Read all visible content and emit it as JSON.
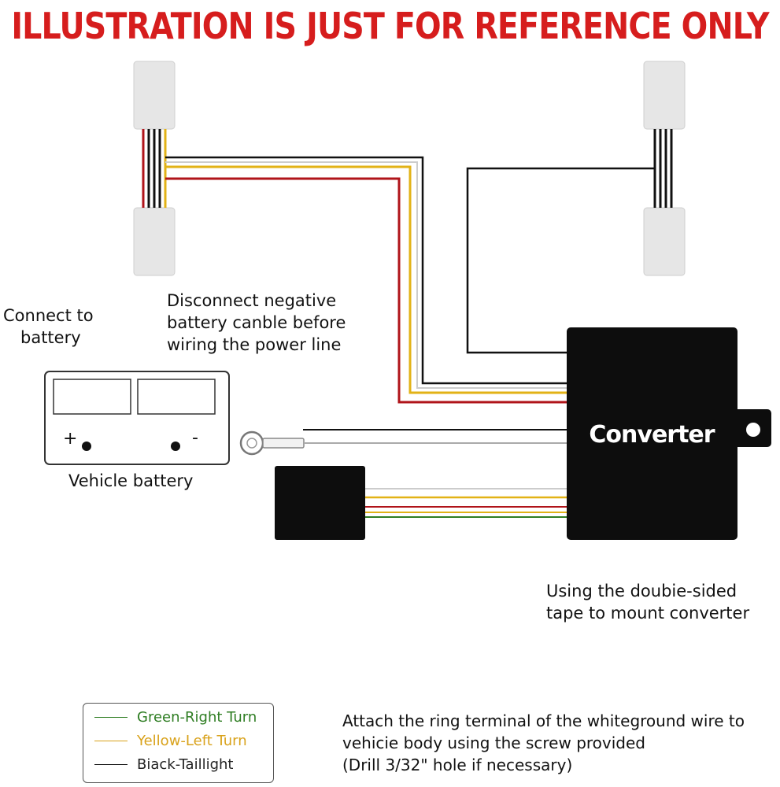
{
  "banner": "ILLUSTRATION IS JUST FOR REFERENCE ONLY",
  "notes": {
    "connect_line1": "Connect to",
    "connect_line2": "battery",
    "disconnect_line1": "Disconnect negative",
    "disconnect_line2": "battery canble before",
    "disconnect_line3": "wiring the power line",
    "battery_label": "Vehicle battery",
    "battery_plus": "+",
    "battery_minus": "-",
    "converter_label": "Converter",
    "tape_line1": "Using the doubie-sided",
    "tape_line2": "tape to mount converter",
    "attach_line1": "Attach the ring terminal of the whiteground wire to",
    "attach_line2": "vehicie body using the screw provided",
    "attach_line3": "(Drill 3/32\" hole if necessary)"
  },
  "legend": {
    "items": [
      {
        "label": "Green-Right Turn",
        "color": "#2e7d22"
      },
      {
        "label": "Yellow-Left Turn",
        "color": "#d9a21b"
      },
      {
        "label": "Biack-Taillight",
        "color": "#111111"
      }
    ]
  },
  "colors": {
    "red_wire": "#b0141a",
    "yellow_wire": "#e2b216",
    "black_wire": "#111111",
    "white_wire": "#cccccc",
    "green_wire": "#2e7d22",
    "connector": "#e6e6e6",
    "banner": "#d61d1d"
  }
}
